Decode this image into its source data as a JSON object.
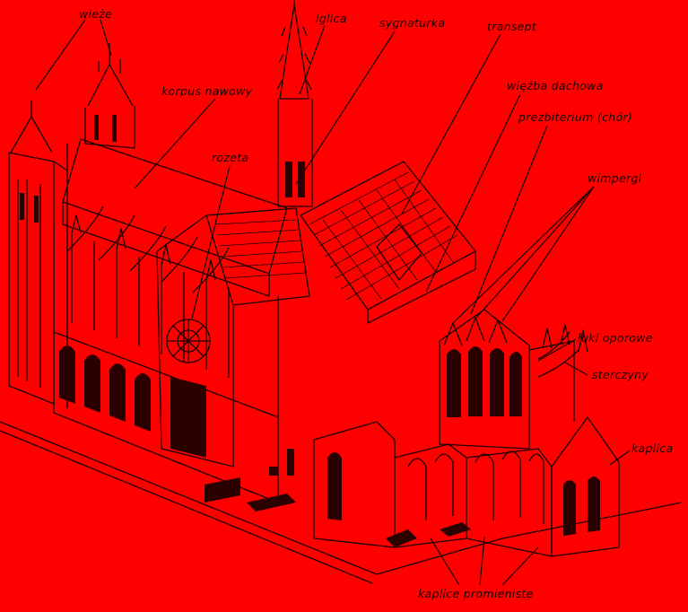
{
  "diagram": {
    "background": "#ff0000",
    "ink": "#1a0000",
    "labels": {
      "wieze": "wieże",
      "korpus_nawowy": "korpus nawowy",
      "iglica": "iglica",
      "sygnaturka": "sygnaturka",
      "transept": "transept",
      "wiezba_dachowa": "więźba dachowa",
      "prezbiterium": "prezbiterium (chór)",
      "rozeta": "rozeta",
      "wimpergi": "wimpergi",
      "luki_oporowe": "łuki oporowe",
      "sterczyny": "sterczyny",
      "kaplica": "kaplica",
      "kaplice_promieniste": "kaplice promieniste"
    }
  }
}
